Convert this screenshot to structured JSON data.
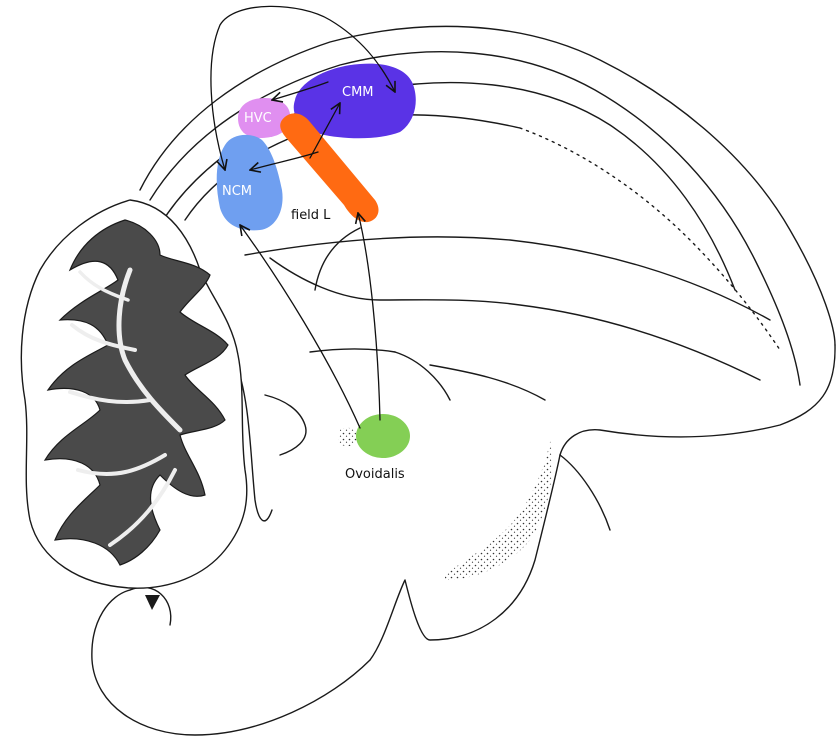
{
  "labels": {
    "cmm": "CMM",
    "hvc": "HVC",
    "ncm": "NCM",
    "field_l": "field L",
    "ovoidalis": "Ovoidalis"
  },
  "regions": {
    "cmm_color": "#5a33e6",
    "hvc_color": "#e08ff0",
    "ncm_color": "#6f9ff0",
    "field_l_color": "#ff6a12",
    "ovoidalis_color": "#84cf55"
  },
  "colors": {
    "outline": "#1a1a1a",
    "arrow": "#111111",
    "cerebellum_fill": "#4a4a4a"
  }
}
